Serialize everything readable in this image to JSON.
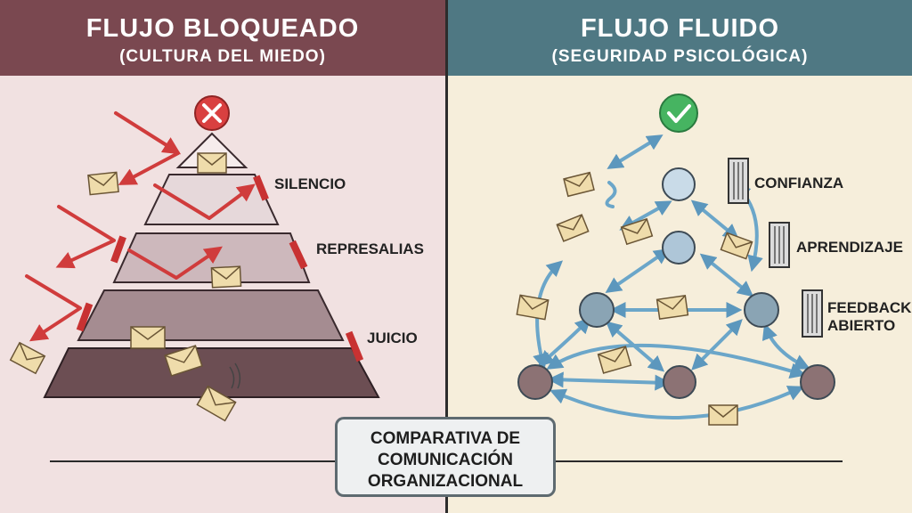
{
  "left": {
    "title": "FLUJO BLOQUEADO",
    "subtitle": "(CULTURA DEL MIEDO)",
    "status_icon": "x-circle-icon",
    "labels": [
      "SILENCIO",
      "REPRESALIAS",
      "JUICIO"
    ],
    "colors": {
      "header": "#7a4850",
      "background": "#f1e1e1",
      "accent": "#d03c3c"
    }
  },
  "right": {
    "title": "FLUJO FLUIDO",
    "subtitle": "(SEGURIDAD PSICOLÓGICA)",
    "status_icon": "check-circle-icon",
    "labels": [
      "CONFIANZA",
      "APRENDIZAJE"
    ],
    "feedback_label_line1": "FEEDBACK",
    "feedback_label_line2": "ABIERTO",
    "colors": {
      "header": "#4f7883",
      "background": "#f6eedb",
      "accent": "#3fae5a"
    }
  },
  "footer": {
    "line1": "COMPARATIVA DE",
    "line2": "COMUNICACIÓN",
    "line3": "ORGANIZACIONAL"
  }
}
